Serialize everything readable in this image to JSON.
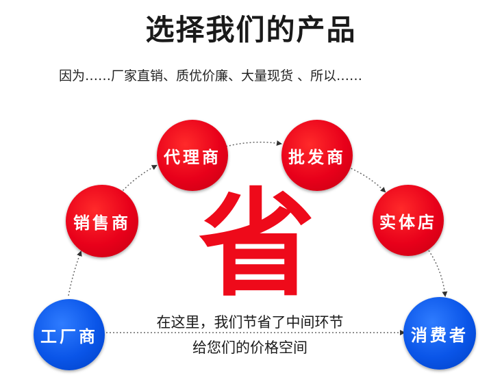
{
  "title": "选择我们的产品",
  "subtitle": "因为……厂家直销、质优价廉、大量现货 、所以……",
  "center_char": "省",
  "nodes": {
    "factory": "工厂商",
    "sales": "销售商",
    "agent": "代理商",
    "wholesale": "批发商",
    "store": "实体店",
    "consumer": "消费者"
  },
  "caption": {
    "line1": "在这里，我们节省了中间环节",
    "line2": "给您们的价格空间"
  },
  "colors": {
    "red": "#e8001a",
    "blue": "#0a55e8"
  }
}
